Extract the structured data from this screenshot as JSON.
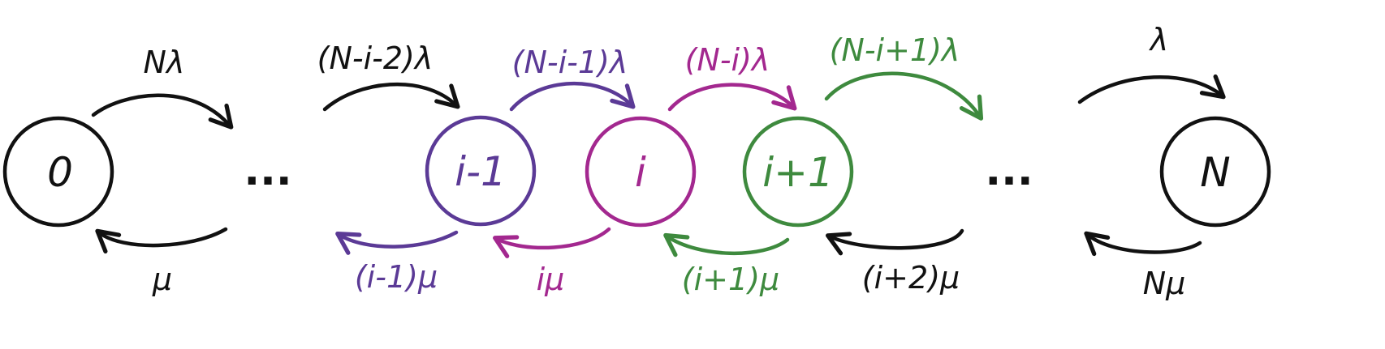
{
  "colors": {
    "black": "#111111",
    "purple": "#5b3a96",
    "magenta": "#a3288f",
    "green": "#3e8a3e"
  },
  "nodes": {
    "n0": "0",
    "im1": "i-1",
    "i": "i",
    "ip1": "i+1",
    "N": "N"
  },
  "ellipsis": {
    "left": "...",
    "right": "..."
  },
  "arrivals": {
    "a0": "Nλ",
    "a1": "(N-i-2)λ",
    "a2": "(N-i-1)λ",
    "a3": "(N-i)λ",
    "a4": "(N-i+1)λ",
    "a5": "λ"
  },
  "departures": {
    "d0": "μ",
    "d1": "(i-1)μ",
    "d2": "iμ",
    "d3": "(i+1)μ",
    "d4": "(i+2)μ",
    "d5": "Nμ"
  }
}
